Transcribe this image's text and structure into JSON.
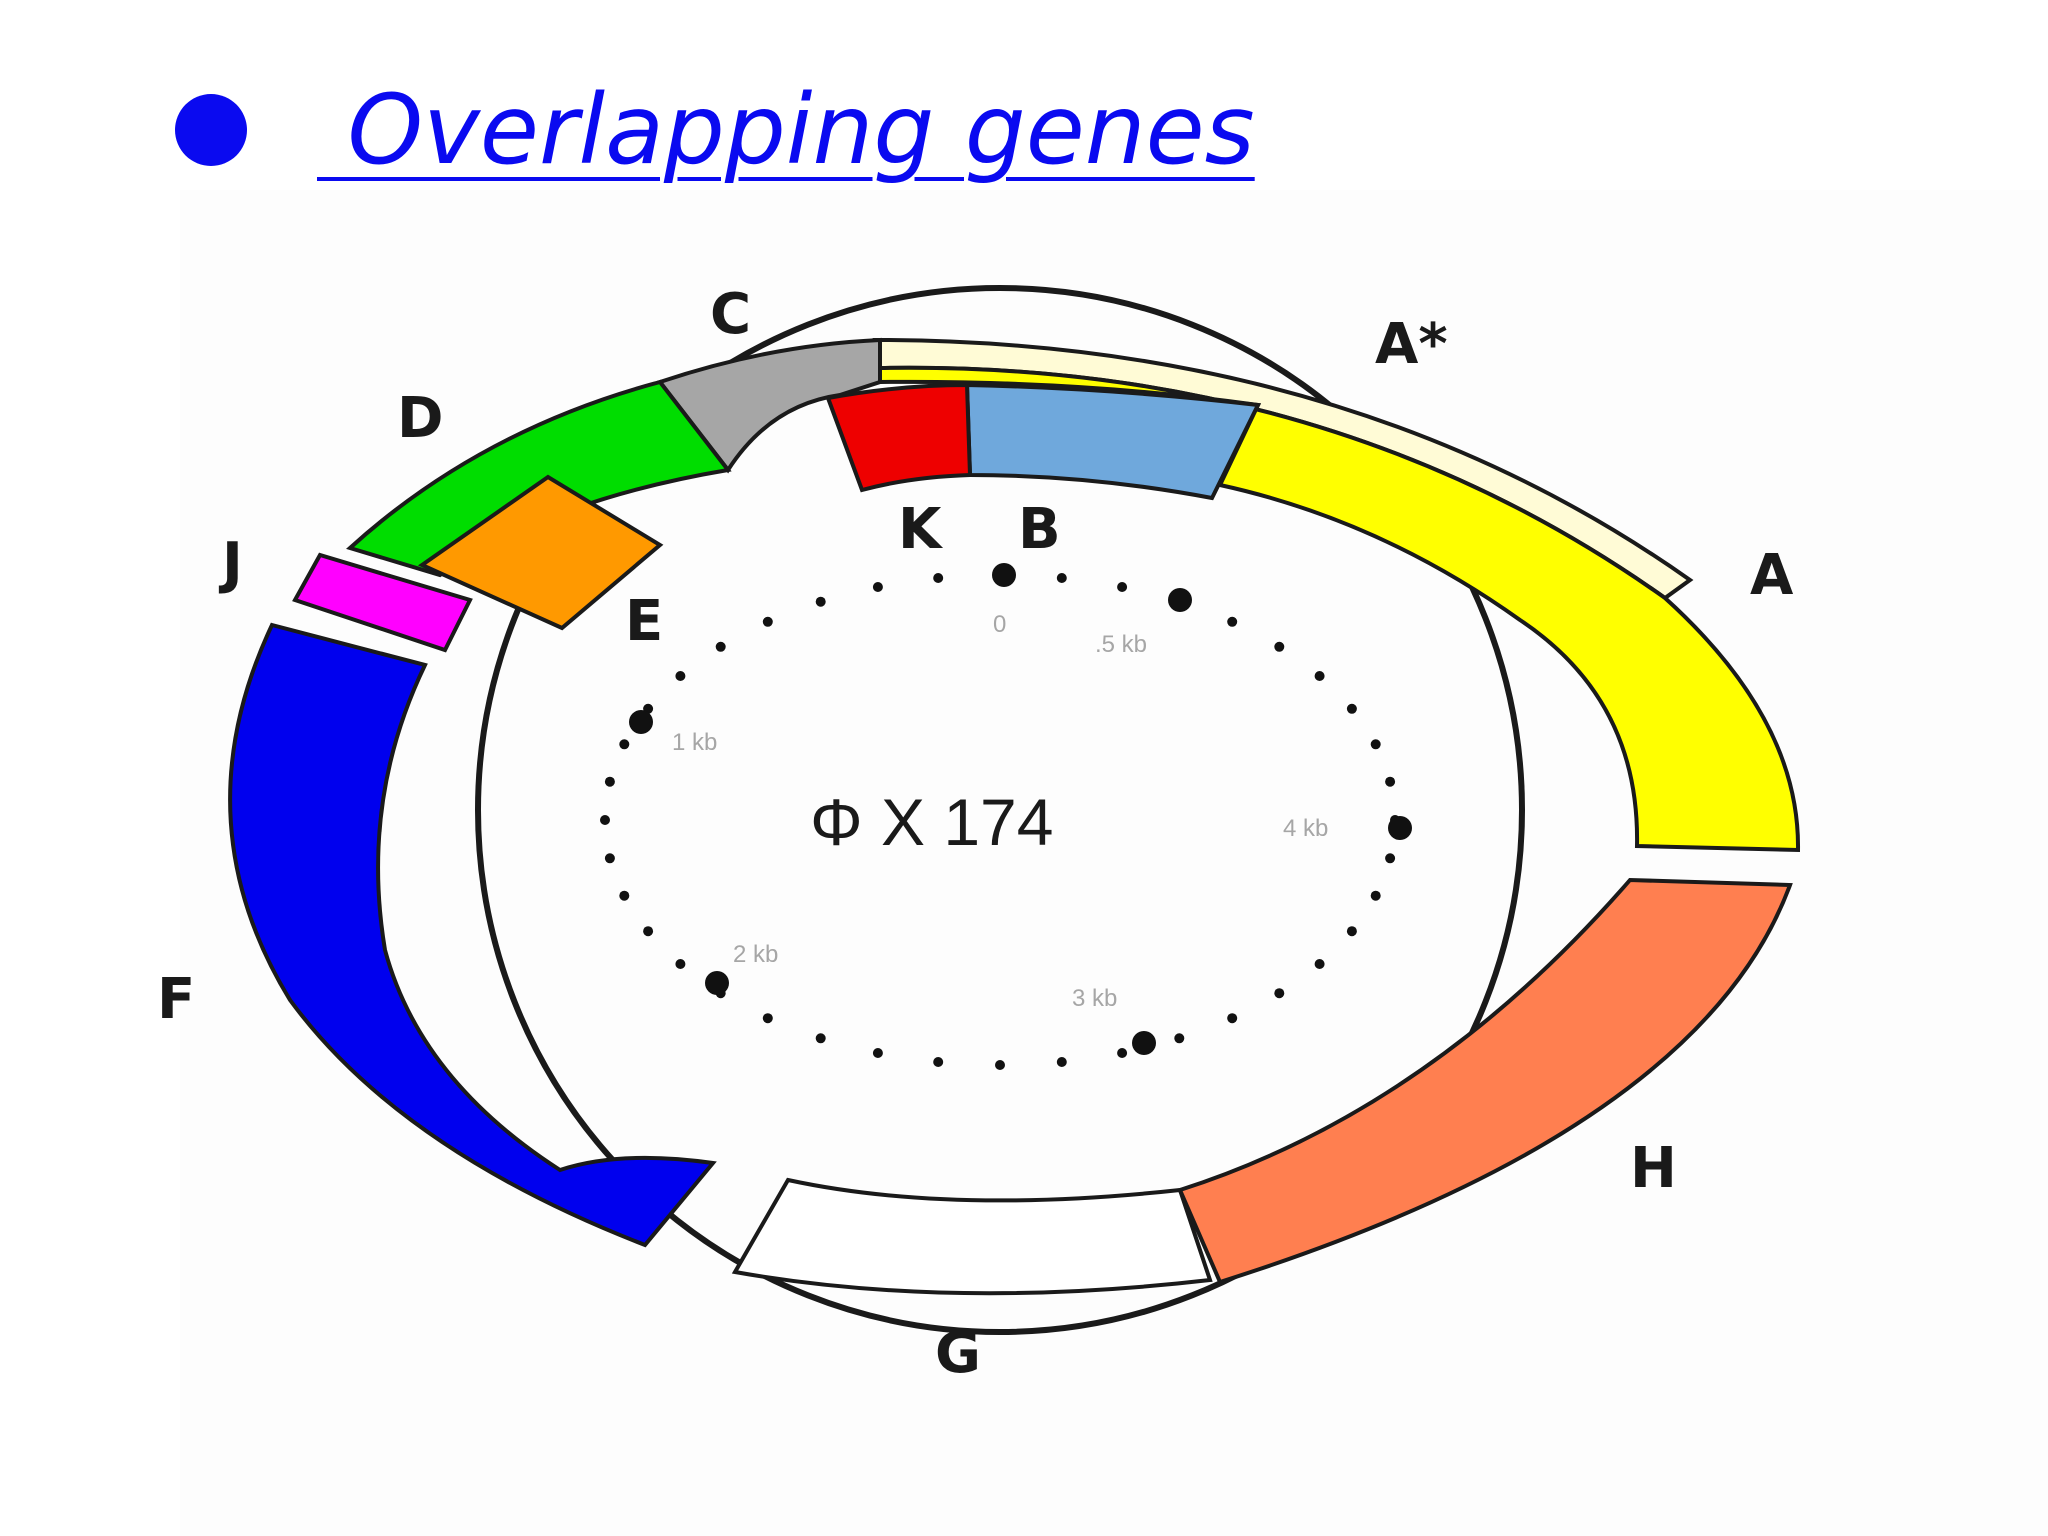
{
  "slide": {
    "title": " Overlapping genes",
    "accent_color": "#0a0af0"
  },
  "diagram": {
    "center_label": "Φ X 174",
    "scale_labels": [
      "0",
      ".5 kb",
      "1 kb",
      "2 kb",
      "3 kb",
      "4 kb"
    ],
    "genes": [
      {
        "name": "A",
        "color": "#ffff00"
      },
      {
        "name": "A*",
        "color": "#fffbd6"
      },
      {
        "name": "B",
        "color": "#6fa8dc"
      },
      {
        "name": "C",
        "color": "#a6a6a6"
      },
      {
        "name": "D",
        "color": "#00dd00"
      },
      {
        "name": "E",
        "color": "#ff9900"
      },
      {
        "name": "F",
        "color": "#0000ee"
      },
      {
        "name": "G",
        "color": "#ffffff"
      },
      {
        "name": "H",
        "color": "#ff7f50"
      },
      {
        "name": "J",
        "color": "#ff00ff"
      },
      {
        "name": "K",
        "color": "#ee0000"
      }
    ]
  }
}
